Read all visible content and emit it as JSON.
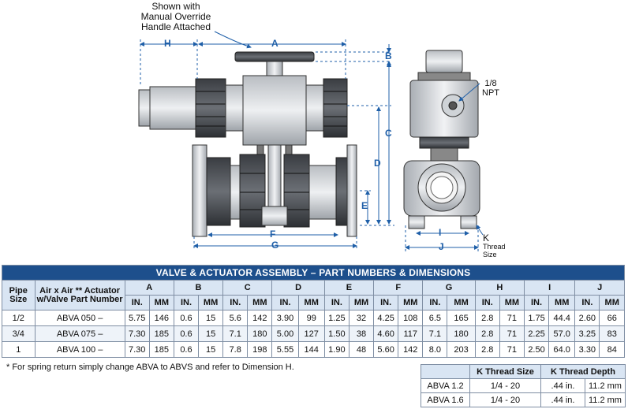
{
  "drawing": {
    "callout": [
      "Shown with",
      "Manual Override",
      "Handle Attached"
    ],
    "npt_label": [
      "1/8",
      "NPT"
    ],
    "thread_label": [
      "K",
      "Thread",
      "Size"
    ],
    "dimension_letters": [
      "H",
      "A",
      "B",
      "C",
      "D",
      "E",
      "F",
      "G",
      "I",
      "J"
    ]
  },
  "table": {
    "title": "VALVE & ACTUATOR ASSEMBLY – PART NUMBERS & DIMENSIONS",
    "pipe_size_header": "Pipe Size",
    "part_header": "Air x Air ** Actuator w/Valve Part Number",
    "dimension_headers": [
      "A",
      "B",
      "C",
      "D",
      "E",
      "F",
      "G",
      "H",
      "I",
      "J"
    ],
    "unit_in": "IN.",
    "unit_mm": "MM",
    "rows": [
      {
        "size": "1/2",
        "part": "ABVA  050 –",
        "values": [
          "5.75",
          "146",
          "0.6",
          "15",
          "5.6",
          "142",
          "3.90",
          "99",
          "1.25",
          "32",
          "4.25",
          "108",
          "6.5",
          "165",
          "2.8",
          "71",
          "1.75",
          "44.4",
          "2.60",
          "66"
        ]
      },
      {
        "size": "3/4",
        "part": "ABVA  075 –",
        "values": [
          "7.30",
          "185",
          "0.6",
          "15",
          "7.1",
          "180",
          "5.00",
          "127",
          "1.50",
          "38",
          "4.60",
          "117",
          "7.1",
          "180",
          "2.8",
          "71",
          "2.25",
          "57.0",
          "3.25",
          "83"
        ]
      },
      {
        "size": "1",
        "part": "ABVA  100 –",
        "values": [
          "7.30",
          "185",
          "0.6",
          "15",
          "7.8",
          "198",
          "5.55",
          "144",
          "1.90",
          "48",
          "5.60",
          "142",
          "8.0",
          "203",
          "2.8",
          "71",
          "2.50",
          "64.0",
          "3.30",
          "84"
        ]
      }
    ]
  },
  "footnote": "* For spring return simply change ABVA to ABVS and refer to Dimension H.",
  "thread_table": {
    "headers": [
      "",
      "K Thread Size",
      "K Thread Depth"
    ],
    "rows": [
      {
        "model": "ABVA 1.2",
        "size": "1/4 - 20",
        "depth_in": ".44 in.",
        "depth_mm": "11.2 mm"
      },
      {
        "model": "ABVA 1.6",
        "size": "1/4 - 20",
        "depth_in": ".44 in.",
        "depth_mm": "11.2 mm"
      }
    ]
  }
}
